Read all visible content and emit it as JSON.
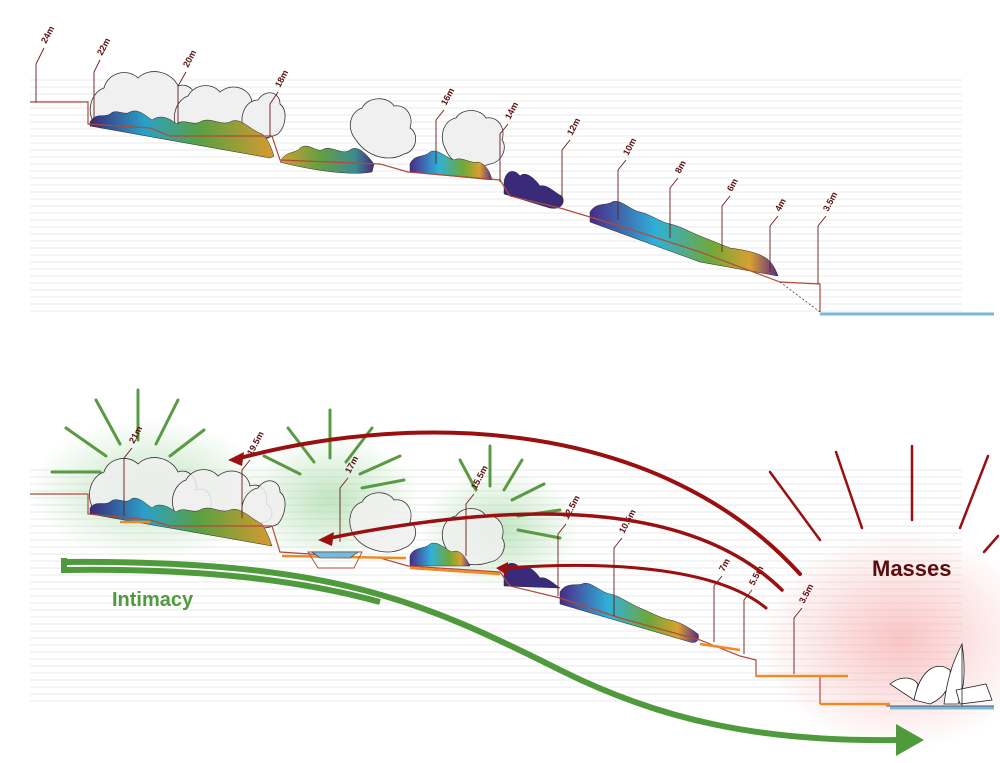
{
  "section_top": {
    "elevations": [
      "24m",
      "22m",
      "20m",
      "18m",
      "16m",
      "14m",
      "12m",
      "10m",
      "8m",
      "6m",
      "4m",
      "3.5m"
    ]
  },
  "section_bottom": {
    "elevations": [
      "21m",
      "19.5m",
      "17m",
      "15.5m",
      "12.5m",
      "10.5m",
      "7m",
      "5.5m",
      "3.5m"
    ],
    "label_masses": "Masses",
    "label_intimacy": "Intimacy"
  },
  "colors": {
    "terrain": "#b04a3a",
    "water": "#7ab8d8",
    "paving": "#f08a24",
    "intimacy": "#4e9a3c",
    "masses": "#8b0f0f",
    "ray_green": "#5a9a44",
    "ray_red": "#9a1010",
    "guide_line": "#e3e3e3"
  },
  "icons": [
    "tree-canopy-icon",
    "shrub-icon",
    "boat-icon",
    "sail-pavilion-icon",
    "arrowhead-icon"
  ]
}
